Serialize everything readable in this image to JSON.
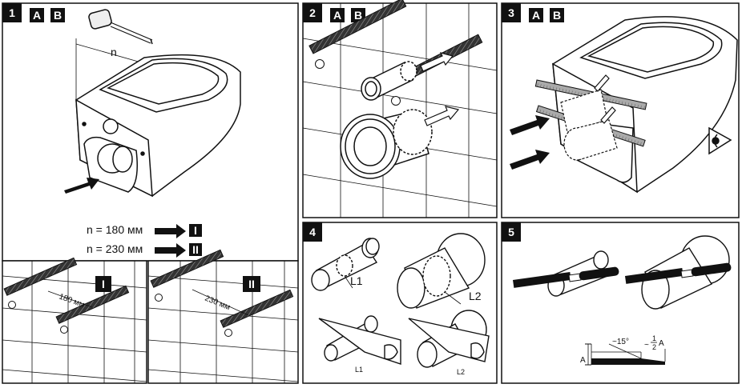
{
  "panels": [
    {
      "num": "1",
      "tags": [
        "A",
        "B"
      ]
    },
    {
      "num": "2",
      "tags": [
        "A",
        "B"
      ]
    },
    {
      "num": "3",
      "tags": [
        "A",
        "B"
      ]
    },
    {
      "num": "4",
      "tags": []
    },
    {
      "num": "5",
      "tags": []
    }
  ],
  "panel1": {
    "dim_label": "n",
    "rules": [
      {
        "text": "n = 180 мм",
        "target": "I"
      },
      {
        "text": "n = 230 мм",
        "target": "II"
      }
    ],
    "sub_a": {
      "badge": "I",
      "dimension": "180 мм"
    },
    "sub_b": {
      "badge": "II",
      "dimension": "230 мм"
    }
  },
  "panel4": {
    "labels": [
      "L1",
      "L2",
      "L1",
      "L2"
    ]
  },
  "panel5": {
    "angle": "~15°",
    "ratio_prefix": "~",
    "ratio_num": "1",
    "ratio_den": "2",
    "ratio_var": "A",
    "height": "A"
  }
}
